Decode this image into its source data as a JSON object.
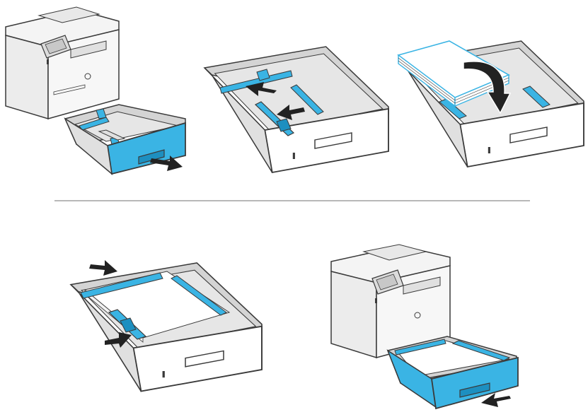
{
  "colors": {
    "accent": "#3ab4e4",
    "accent_dark": "#1d8fc0",
    "outline": "#3a3a3a",
    "tray_body": "#ffffff",
    "tray_inner": "#d4d4d4",
    "tray_floor": "#e4e4e4",
    "divider": "#b8b8b8",
    "arrow": "#222222",
    "paper": "#ffffff",
    "printer_body": "#f4f4f4"
  },
  "steps": [
    {
      "name": "pull-out-tray",
      "icons": [
        "printer-icon",
        "paper-tray-icon",
        "arrow-right-icon"
      ]
    },
    {
      "name": "slide-paper-guides-open",
      "icons": [
        "paper-tray-icon",
        "paper-guide-icon",
        "arrow-left-icon"
      ]
    },
    {
      "name": "load-paper",
      "icons": [
        "paper-tray-icon",
        "paper-stack-icon",
        "curved-arrow-icon"
      ]
    },
    {
      "name": "adjust-guides-to-paper",
      "icons": [
        "paper-tray-icon",
        "paper-stack-icon",
        "arrow-right-icon"
      ]
    },
    {
      "name": "reinsert-tray",
      "icons": [
        "printer-icon",
        "paper-tray-icon",
        "arrow-left-icon"
      ]
    }
  ]
}
